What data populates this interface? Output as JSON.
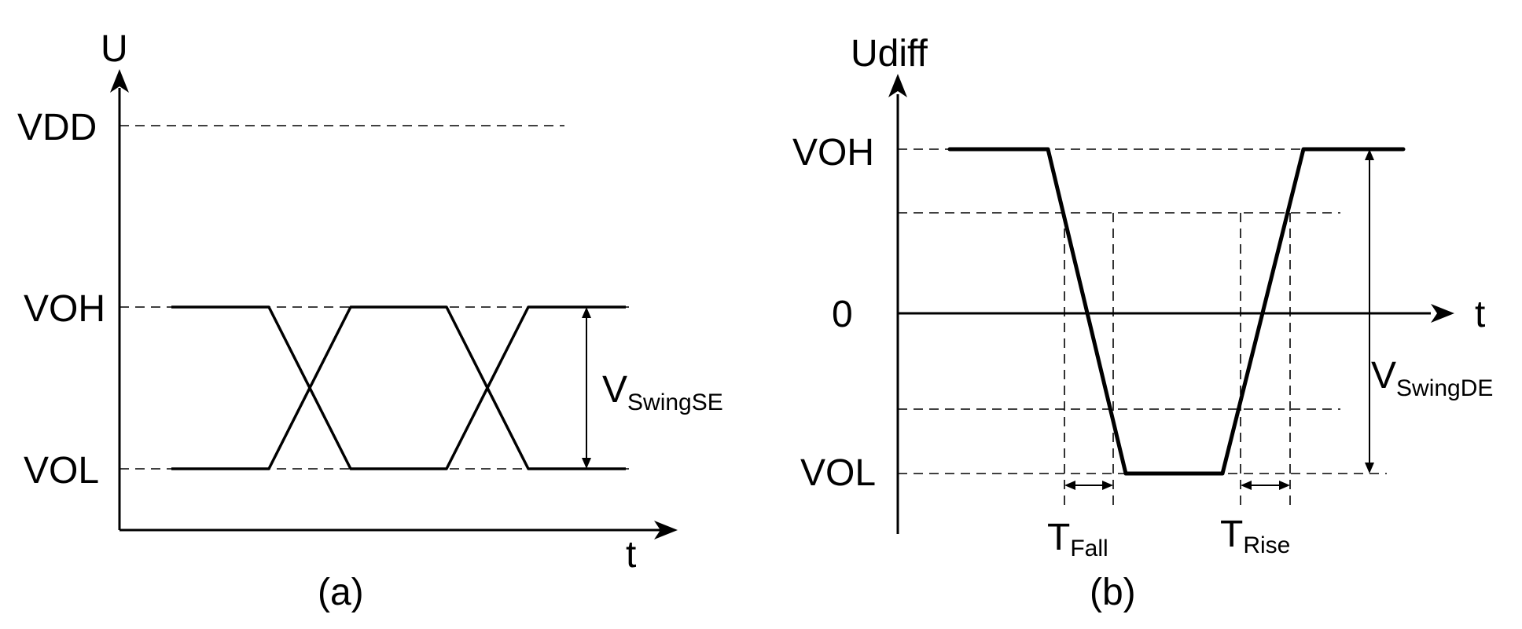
{
  "panel_a": {
    "y_axis_label": "U",
    "x_axis_label": "t",
    "levels": {
      "vdd": "VDD",
      "voh": "VOH",
      "vol": "VOL"
    },
    "swing_label_main": "V",
    "swing_label_sub": "SwingSE",
    "caption": "(a)"
  },
  "panel_b": {
    "y_axis_label": "Udiff",
    "x_axis_label": "t",
    "levels": {
      "voh": "VOH",
      "zero": "0",
      "vol": "VOL"
    },
    "swing_label_main": "V",
    "swing_label_sub": "SwingDE",
    "fall_label_main": "T",
    "fall_label_sub": "Fall",
    "rise_label_main": "T",
    "rise_label_sub": "Rise",
    "caption": "(b)"
  }
}
